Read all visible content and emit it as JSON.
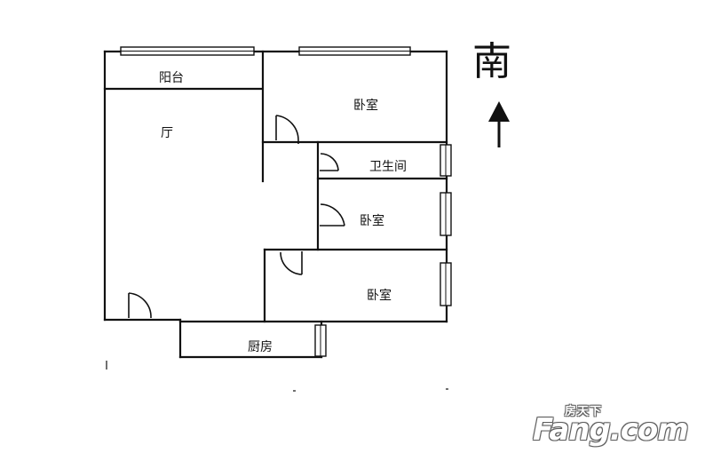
{
  "rooms": {
    "balcony": "阳台",
    "living_room": "厅",
    "bedroom_top": "卧室",
    "bathroom": "卫生间",
    "bedroom_middle": "卧室",
    "bedroom_bottom": "卧室",
    "kitchen": "厨房"
  },
  "compass": {
    "direction_label": "南",
    "arrow_icon": "up-arrow-icon"
  },
  "watermark": {
    "brand_cn": "房天下",
    "brand_en": "Fang.com"
  },
  "colors": {
    "wall": "#111111",
    "window": "#111111",
    "background": "#ffffff"
  }
}
